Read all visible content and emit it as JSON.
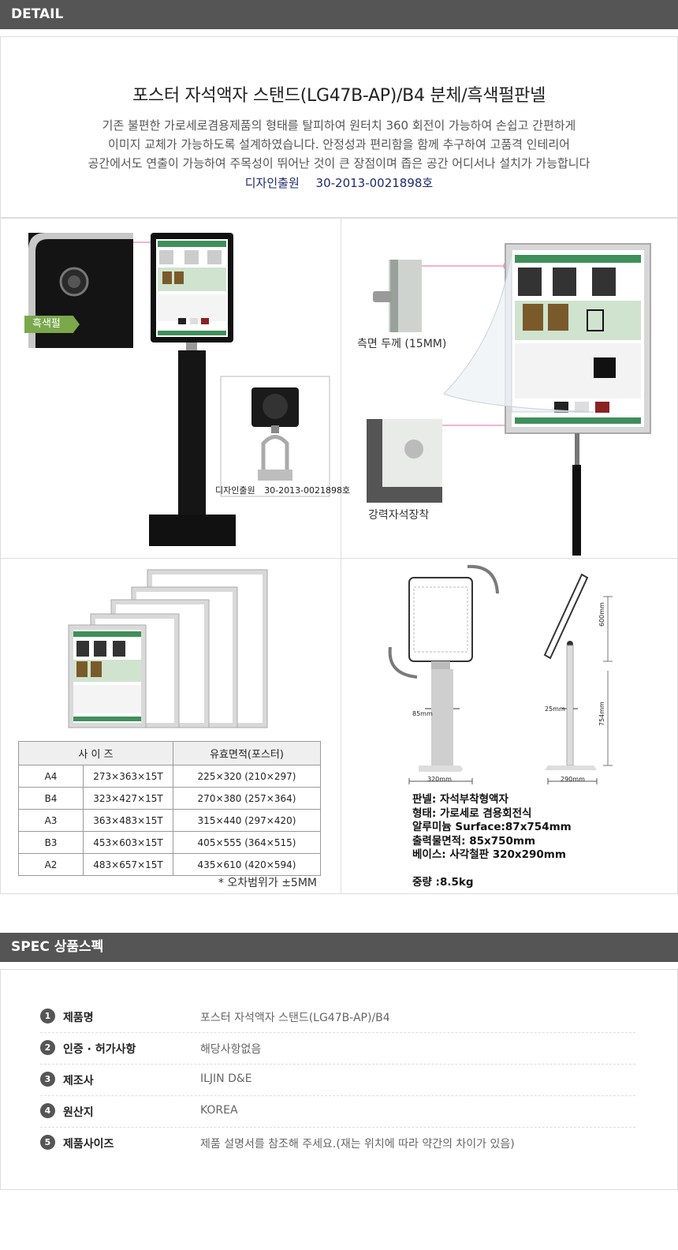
{
  "detail_bar": {
    "title": "DETAIL"
  },
  "intro": {
    "title": "포스터 자석액자 스탠드(LG47B-AP)/B4  분체/흑색펄판넬",
    "lines": [
      "기존 불편한 가로세로겸용제품의 형태를 탈피하여 원터치 360 회전이 가능하여 손쉽고 간편하게",
      "이미지 교체가 가능하도록 설계하였습니다. 안정성과 편리함을 함께 추구하여 고품격 인테리어",
      "공간에서도 연출이  가능하여  주목성이 뛰어난 것이 큰 장점이며  좁은 공간 어디서나 설치가 가능합니다"
    ],
    "reg_label": "디자인출원",
    "reg_number": "30-2013-0021898호"
  },
  "panel1": {
    "tag": "흑색펄",
    "reg_label": "디자인출원",
    "reg_number": "30-2013-0021898호"
  },
  "panel2": {
    "thickness_label": "측면 두께 (15MM)",
    "magnet_label": "강력자석장착"
  },
  "panel3": {
    "headers": [
      "사 이 즈",
      "유효면적(포스터)"
    ],
    "rows": [
      {
        "size": "A4",
        "dims": "273×363×15T",
        "area": "225×320 (210×297)"
      },
      {
        "size": "B4",
        "dims": "323×427×15T",
        "area": "270×380 (257×364)"
      },
      {
        "size": "A3",
        "dims": "363×483×15T",
        "area": "315×440 (297×420)"
      },
      {
        "size": "B3",
        "dims": "453×603×15T",
        "area": "405×555 (364×515)"
      },
      {
        "size": "A2",
        "dims": "483×657×15T",
        "area": "435×610 (420×594)"
      }
    ],
    "note": "* 오차범위가 ±5MM"
  },
  "panel4": {
    "dims": {
      "w85": "85mm",
      "w320": "320mm",
      "w25": "25mm",
      "w290": "290mm",
      "h600": "600mm",
      "h754": "754mm"
    },
    "specs": [
      "판넬: 자석부착형액자",
      "형태: 가로세로 겸용회전식",
      "알루미늄 Surface:87x754mm",
      "출력물면적: 85x750mm",
      "베이스: 사각철판 320x290mm",
      "",
      "중량 :8.5kg"
    ]
  },
  "spec_bar": {
    "title": "SPEC 상품스펙"
  },
  "spec": {
    "rows": [
      {
        "num": "1",
        "key": "제품명",
        "value": "포스터 자석액자 스탠드(LG47B-AP)/B4"
      },
      {
        "num": "2",
        "key": "인증 · 허가사항",
        "value": "해당사항없음"
      },
      {
        "num": "3",
        "key": "제조사",
        "value": "ILJIN D&E"
      },
      {
        "num": "4",
        "key": "원산지",
        "value": "KOREA"
      },
      {
        "num": "5",
        "key": "제품사이즈",
        "value": "제품 설명서를 참조해 주세요.(재는 위치에 따라 약간의 차이가 있음)"
      }
    ]
  },
  "colors": {
    "bar": "#555555",
    "tag_green": "#7aa84a",
    "poster_green": "#3f8f5a",
    "reg_blue": "#1d2a6e"
  }
}
